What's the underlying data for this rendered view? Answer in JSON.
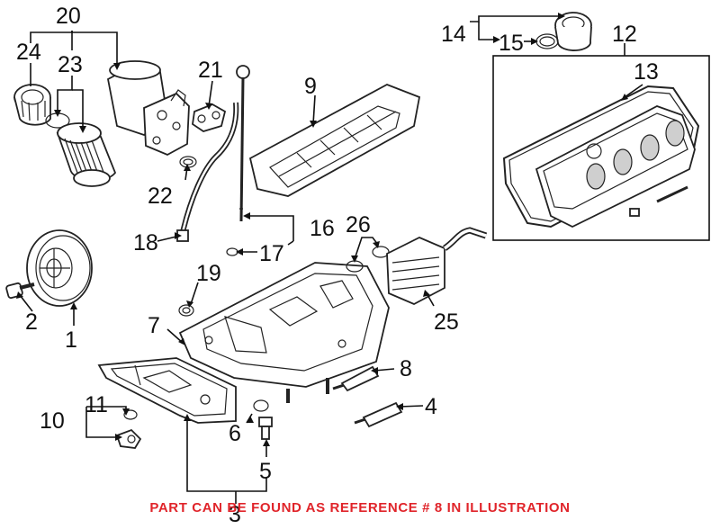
{
  "callouts": {
    "c1": "1",
    "c2": "2",
    "c3": "3",
    "c4": "4",
    "c5": "5",
    "c6": "6",
    "c7": "7",
    "c8": "8",
    "c9": "9",
    "c10": "10",
    "c11": "11",
    "c12": "12",
    "c13": "13",
    "c14": "14",
    "c15": "15",
    "c16": "16",
    "c17": "17",
    "c18": "18",
    "c19": "19",
    "c20": "20",
    "c21": "21",
    "c22": "22",
    "c23": "23",
    "c24": "24",
    "c25": "25",
    "c26": "26"
  },
  "footer": {
    "note": "PART CAN BE FOUND AS REFERENCE # 8 IN ILLUSTRATION",
    "note_color": "#e0242a"
  }
}
